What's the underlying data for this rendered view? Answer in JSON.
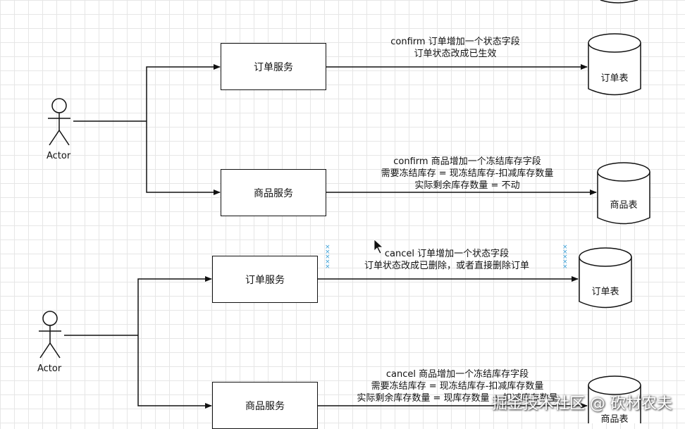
{
  "actor_label": "Actor",
  "top": {
    "order_service": "订单服务",
    "product_service": "商品服务",
    "order_note": [
      "confirm 订单增加一个状态字段",
      "订单状态改成已生效"
    ],
    "product_note": [
      "confirm 商品增加一个冻结库存字段",
      "需要冻结库存 = 现冻结库存-扣减库存数量",
      "实际剩余库存数量 = 不动"
    ],
    "order_table": "订单表",
    "product_table": "商品表"
  },
  "bottom": {
    "order_service": "订单服务",
    "product_service": "商品服务",
    "order_note": [
      "cancel 订单增加一个状态字段",
      "订单状态改成已删除，或者直接删除订单"
    ],
    "product_note": [
      "cancel 商品增加一个冻结库存字段",
      "需要冻结库存 = 现冻结库存-扣减库存数量",
      "实际剩余库存数量 = 现库存数量 + 扣减库存数量"
    ],
    "order_table": "订单表",
    "product_table": "商品表"
  },
  "watermark": "掘金技术社区 @ 砍材农夫"
}
